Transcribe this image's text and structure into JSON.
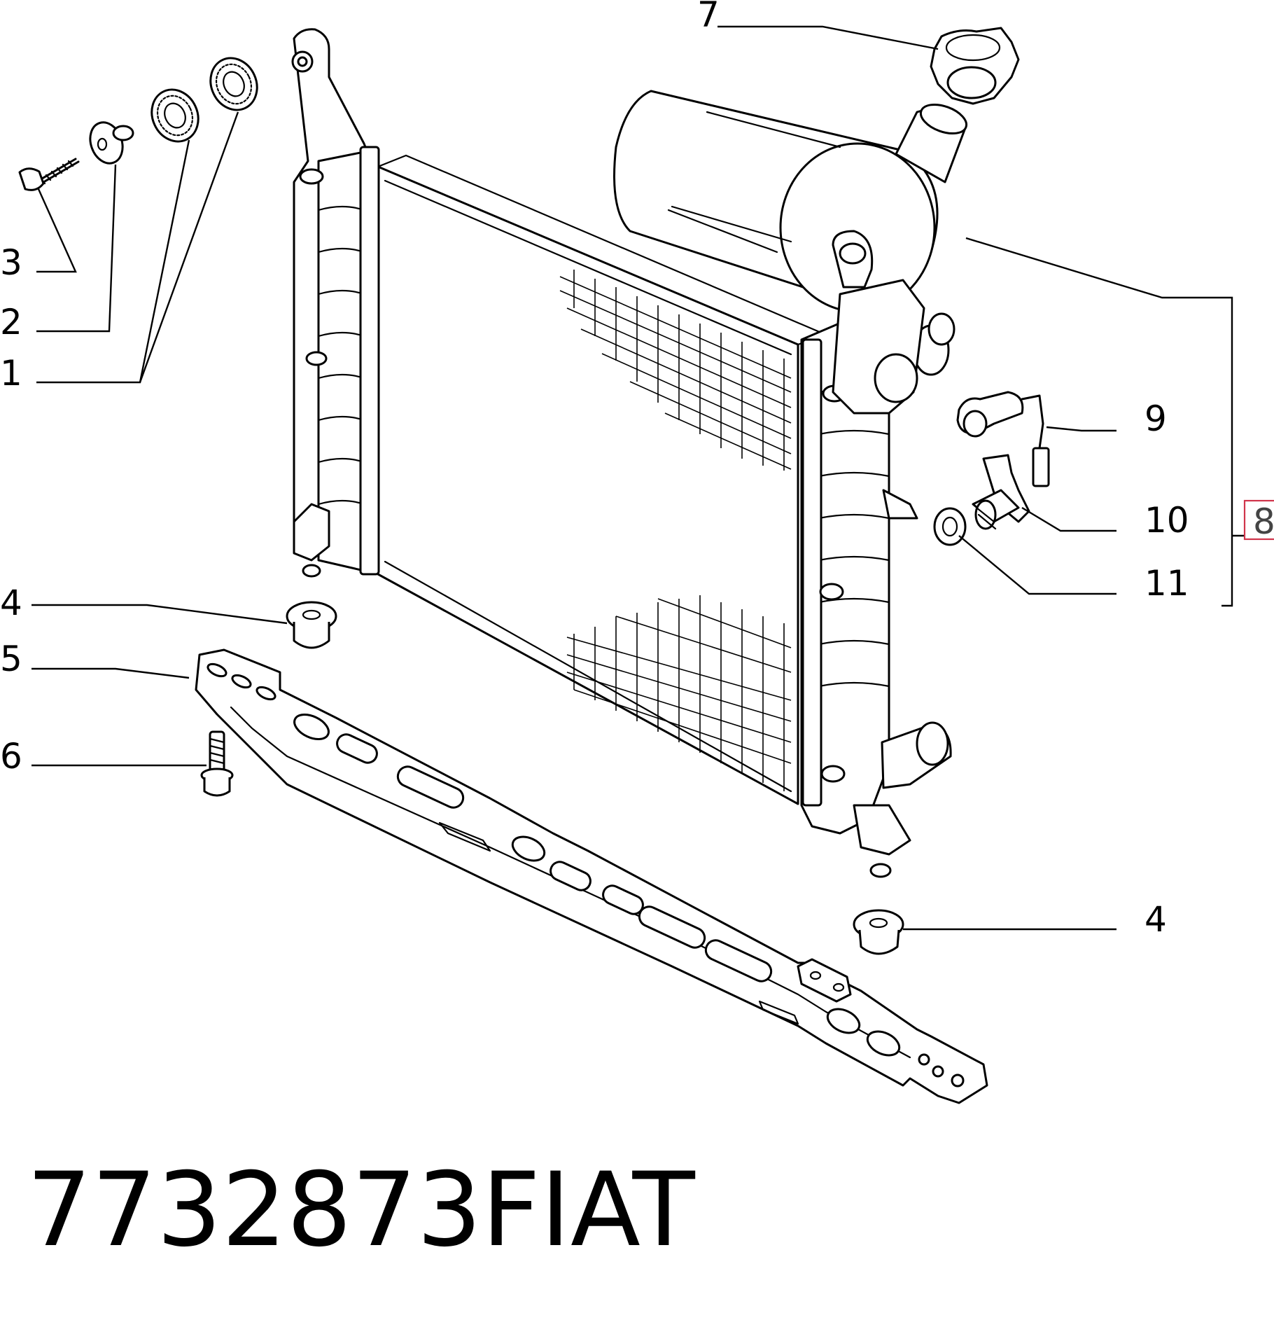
{
  "diagram": {
    "callouts": [
      {
        "id": "c7",
        "label": "7"
      },
      {
        "id": "c3",
        "label": "3"
      },
      {
        "id": "c2",
        "label": "2"
      },
      {
        "id": "c1",
        "label": "1"
      },
      {
        "id": "c9",
        "label": "9"
      },
      {
        "id": "c10",
        "label": "10"
      },
      {
        "id": "c8",
        "label": "8"
      },
      {
        "id": "c11",
        "label": "11"
      },
      {
        "id": "c4a",
        "label": "4"
      },
      {
        "id": "c5",
        "label": "5"
      },
      {
        "id": "c6",
        "label": "6"
      },
      {
        "id": "c4b",
        "label": "4"
      }
    ],
    "highlight_color": "#d0344a"
  },
  "footer": {
    "part_number": "7732873",
    "brand": "FIAT"
  }
}
